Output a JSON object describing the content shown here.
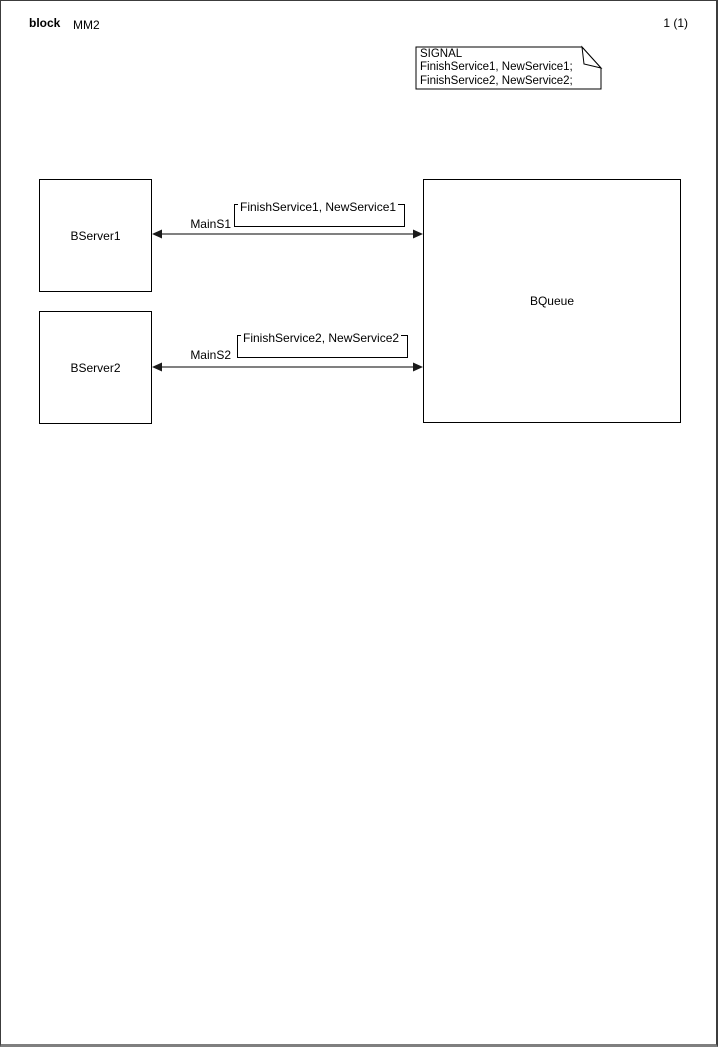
{
  "header": {
    "kind_label": "block",
    "diagram_name": "MM2",
    "page_number": "1 (1)"
  },
  "signal_note": {
    "keyword": "SIGNAL",
    "lines": [
      "FinishService1, NewService1;",
      "FinishService2, NewService2;"
    ]
  },
  "blocks": [
    {
      "name": "BServer1"
    },
    {
      "name": "BServer2"
    },
    {
      "name": "BQueue"
    }
  ],
  "channels": [
    {
      "name": "MainS1",
      "signals": "FinishService1, NewService1",
      "endpoints": [
        "BServer1",
        "BQueue"
      ]
    },
    {
      "name": "MainS2",
      "signals": "FinishService2, NewService2",
      "endpoints": [
        "BServer2",
        "BQueue"
      ]
    }
  ],
  "colors": {
    "ink": "#000000",
    "channel_line": "#808080",
    "background": "#ffffff"
  }
}
